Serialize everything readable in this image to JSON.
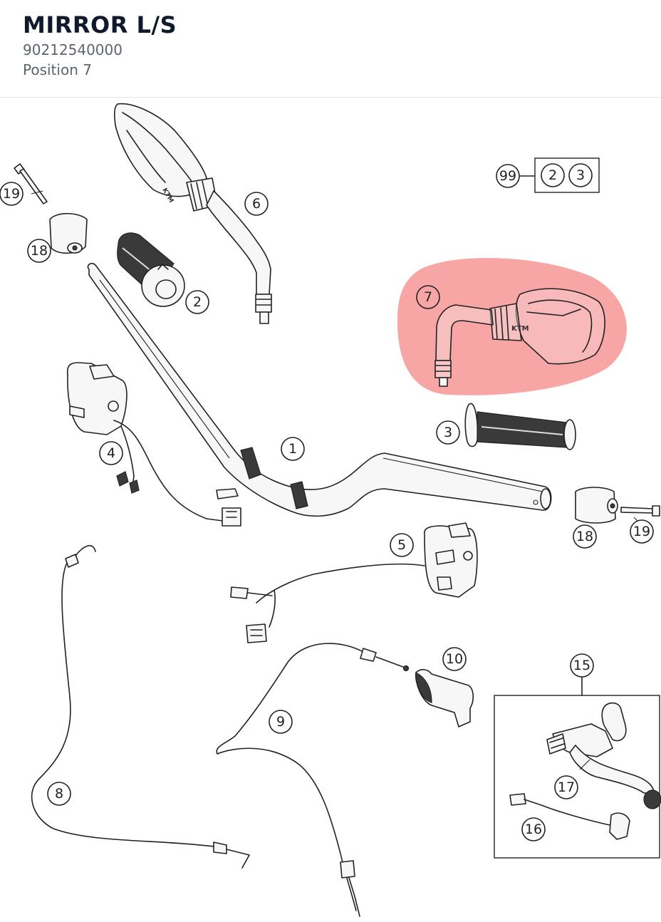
{
  "header": {
    "title": "MIRROR L/S",
    "part_number": "90212540000",
    "position": "Position 7"
  },
  "highlight": {
    "color": "#f26d6d",
    "highlighted_callout": "7"
  },
  "callouts": {
    "c1": "1",
    "c2": "2",
    "c3": "3",
    "c4": "4",
    "c5": "5",
    "c6": "6",
    "c7": "7",
    "c8": "8",
    "c9": "9",
    "c10": "10",
    "c15": "15",
    "c16": "16",
    "c17": "17",
    "c18a": "18",
    "c18b": "18",
    "c19a": "19",
    "c19b": "19",
    "c99": "99",
    "kit2": "2",
    "kit3": "3"
  }
}
